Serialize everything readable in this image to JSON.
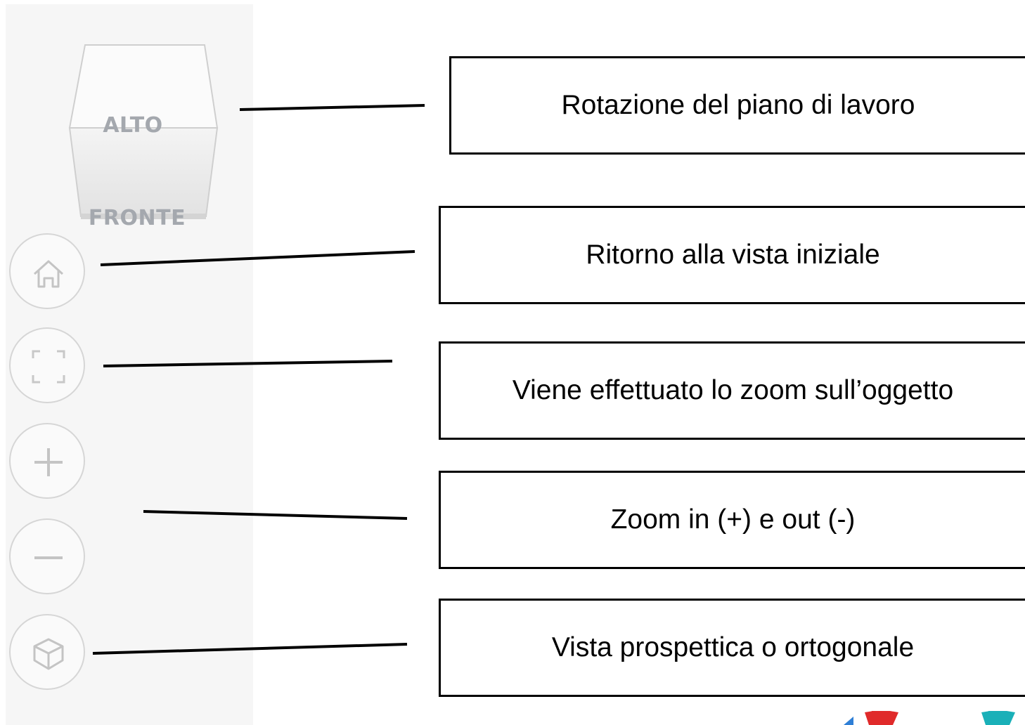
{
  "cube": {
    "top_face_label": "ALTO",
    "front_face_label": "FRONTE"
  },
  "controls": [
    {
      "id": "home",
      "icon": "home-icon"
    },
    {
      "id": "fit",
      "icon": "fit-to-view-icon"
    },
    {
      "id": "zoom-in",
      "icon": "plus-icon"
    },
    {
      "id": "zoom-out",
      "icon": "minus-icon"
    },
    {
      "id": "projection",
      "icon": "perspective-cube-icon"
    }
  ],
  "callouts": {
    "rotation": "Rotazione del piano di lavoro",
    "home": "Ritorno alla vista iniziale",
    "fit": "Viene effettuato lo zoom sull’oggetto",
    "zoom": "Zoom in (+) e out (-)",
    "projection": "Vista prospettica o ortogonale"
  },
  "colors": {
    "panel_bg": "#f6f6f6",
    "icon_stroke": "#c8c8c8",
    "cube_text": "#a4a8ae",
    "callout_border": "#000000",
    "deco_red": "#e02a2a",
    "deco_cyan": "#1ab0b8",
    "deco_blue": "#2f7fd6"
  }
}
